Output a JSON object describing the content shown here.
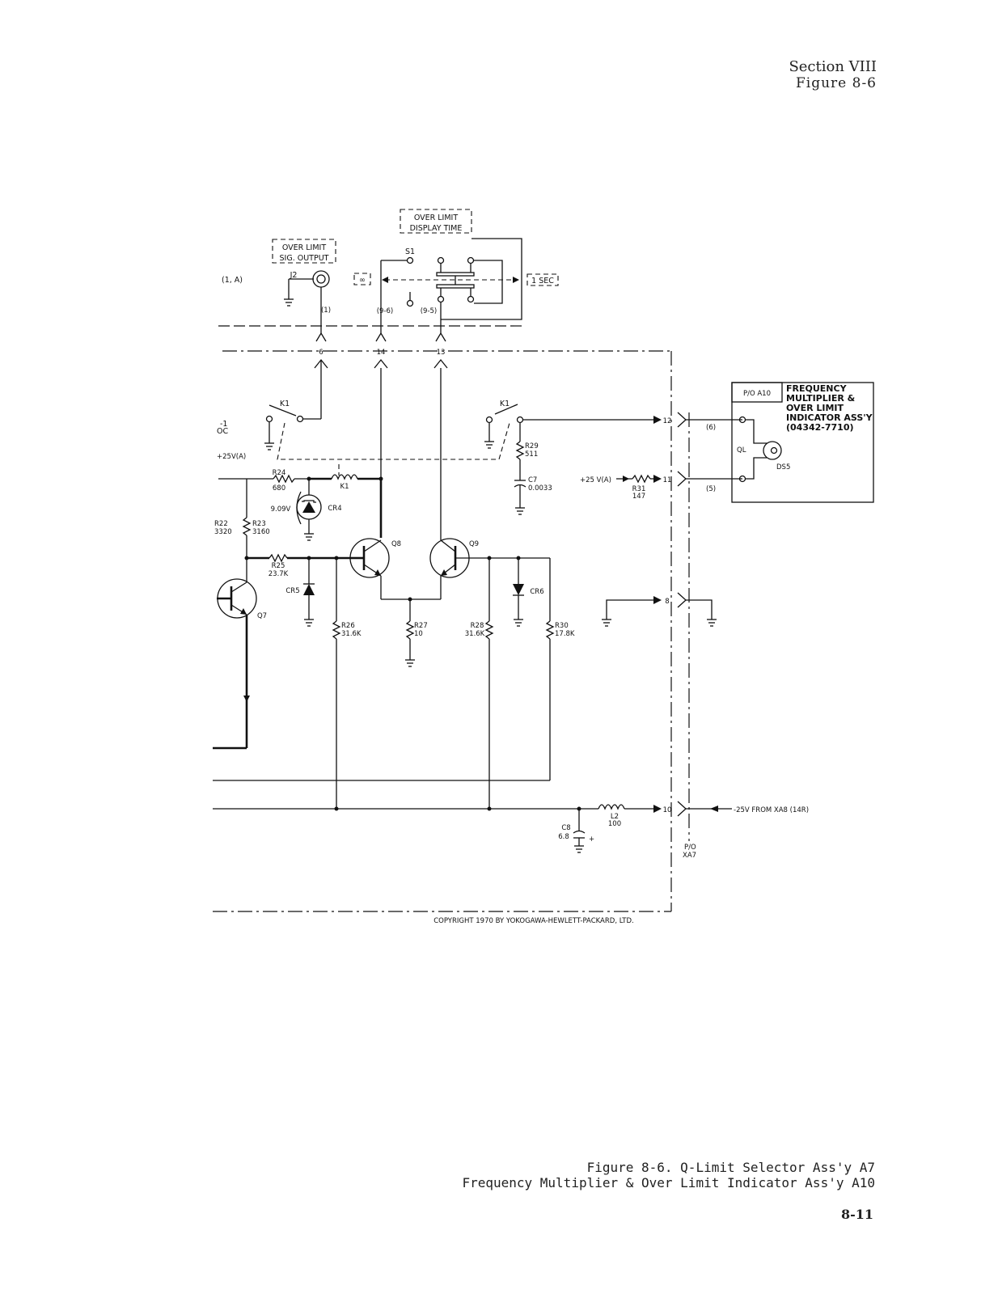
{
  "header": {
    "section": "Section VIII",
    "figure": "Figure 8-6"
  },
  "caption": {
    "line1": "Figure 8-6.  Q-Limit Selector Ass'y A7",
    "line2": "Frequency Multiplier & Over Limit Indicator Ass'y A10"
  },
  "page_number": "8-11",
  "copyright": "COPYRIGHT 1970 BY YOKOGAWA-HEWLETT-PACKARD, LTD.",
  "schematic": {
    "over_limit_display_time": {
      "line1": "OVER  LIMIT",
      "line2": "DISPLAY  TIME"
    },
    "over_limit_sig_output": {
      "line1": "OVER LIMIT",
      "line2": "SIG. OUTPUT"
    },
    "switch_s1": "S1",
    "infinity": "∞",
    "one_sec": "1 SEC",
    "j2": "J2",
    "pin_1_a": "(1, A)",
    "pin_1": "(1)",
    "pin_9_6": "(9-6)",
    "pin_9_5": "(9-5)",
    "conn_6": "6",
    "conn_14": "14",
    "conn_13": "13",
    "conn_12": "12",
    "conn_11": "11",
    "conn_8": "8",
    "conn_10": "10",
    "k1_left": "K1",
    "k1_right": "K1",
    "k1_coil": "K1",
    "left_oc": "OC",
    "left_minus_1": "-1",
    "plus25_a": "+25V(A)",
    "plus25_a_right": "+25 V(A)",
    "r24": "R24",
    "r24_val": "680",
    "zener_v": "9.09V",
    "cr4": "CR4",
    "r22": "R22",
    "r22_val": "3320",
    "r23": "R23",
    "r23_val": "3160",
    "r25": "R25",
    "r25_val": "23.7K",
    "cr5": "CR5",
    "q7": "Q7",
    "q8": "Q8",
    "q9": "Q9",
    "r26": "R26",
    "r26_val": "31.6K",
    "r27": "R27",
    "r27_val": "10",
    "r28": "R28",
    "r28_val": "31.6K",
    "r30": "R30",
    "r30_val": "17.8K",
    "cr6": "CR6",
    "r29": "R29",
    "r29_val": "511",
    "c7": "C7",
    "c7_val": "0.0033",
    "r31": "R31",
    "r31_val": "147",
    "c8": "C8",
    "c8_val": "6.8",
    "l2": "L2",
    "l2_val": "100",
    "pin_6p": "(6)",
    "pin_5p": "(5)",
    "a10_box": {
      "po_a10": "P/O  A10",
      "line1": "FREQUENCY",
      "line2": "MULTIPLIER &",
      "line3": "OVER LIMIT",
      "line4": "INDICATOR ASS'Y",
      "line5": "(04342-7710)"
    },
    "ql": "QL",
    "ds5": "DS5",
    "minus25_from": "-25V  FROM  XA8  (14R)",
    "po_xa7_1": "P/O",
    "po_xa7_2": "XA7"
  }
}
